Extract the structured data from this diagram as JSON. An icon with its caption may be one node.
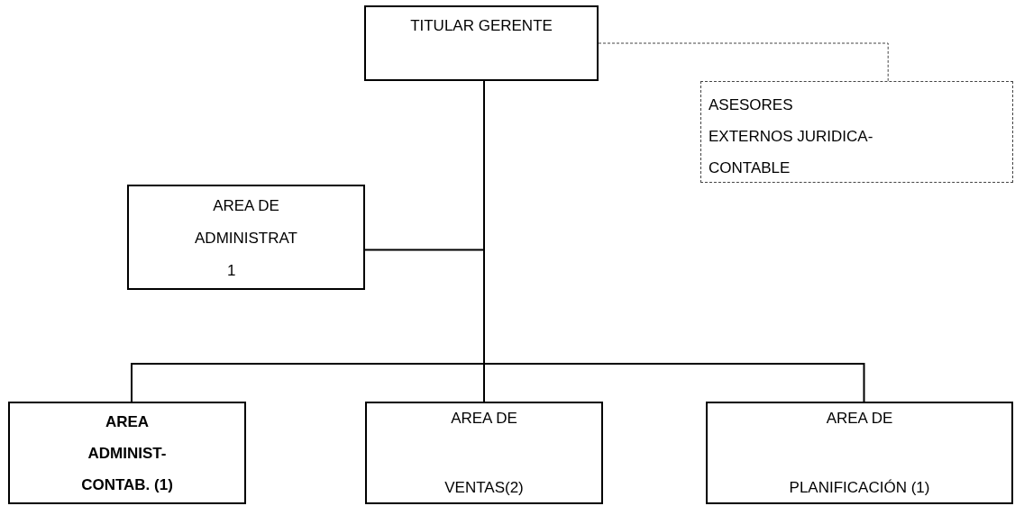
{
  "diagram": {
    "nodes": [
      {
        "text": [
          "TITULAR GERENTE"
        ]
      },
      {
        "text": [
          "ASESORES EXTERNOS JURIDICA-CONTABLE"
        ]
      },
      {
        "text": [
          "AREA DE ADMINISTRAT",
          "1"
        ]
      },
      {
        "text": [
          "AREA ADMINIST- CONTAB. (1)"
        ]
      },
      {
        "text": [
          "AREA DE",
          "VENTAS(2)"
        ]
      },
      {
        "text": [
          "AREA DE",
          "PLANIFICACIÓN (1)"
        ]
      }
    ],
    "edges": [
      {
        "from": 0,
        "to": 1,
        "arrow": "none",
        "style": "dashed"
      },
      {
        "from": 0,
        "to": 2,
        "arrow": "none"
      },
      {
        "from": 0,
        "to": 3,
        "arrow": "none"
      },
      {
        "from": 0,
        "to": 4,
        "arrow": "none"
      },
      {
        "from": 0,
        "to": 5,
        "arrow": "none"
      }
    ]
  }
}
